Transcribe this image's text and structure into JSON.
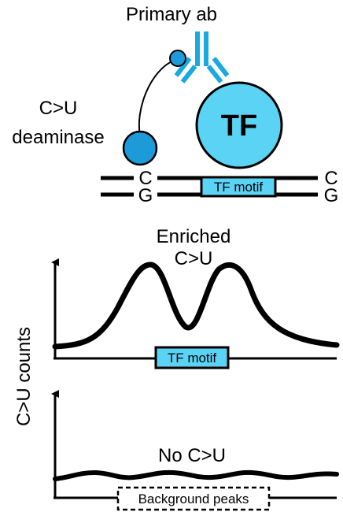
{
  "schematic": {
    "antibody_label": "Primary ab",
    "deaminase_label_line1": "C>U",
    "deaminase_label_line2": "deaminase",
    "tf_label": "TF",
    "motif_label": "TF motif",
    "top_strand_left_base": "C",
    "top_strand_right_base": "C",
    "bottom_strand_left_base": "G",
    "bottom_strand_right_base": "G"
  },
  "plots": {
    "y_axis_label": "C>U counts",
    "enriched_panel": {
      "label_line1": "Enriched",
      "label_line2": "C>U",
      "motif_label": "TF motif",
      "profile_shape": "two peaks flanking motif"
    },
    "background_panel": {
      "label": "No C>U",
      "box_label": "Background peaks",
      "profile_shape": "flat wavy"
    }
  },
  "colors": {
    "cyan_fill": "#5bd3f5",
    "dark_cyan": "#1aa0d8",
    "deaminase_fill": "#1c9bd8",
    "antibody": "#18a9e0",
    "ink": "#000000"
  }
}
